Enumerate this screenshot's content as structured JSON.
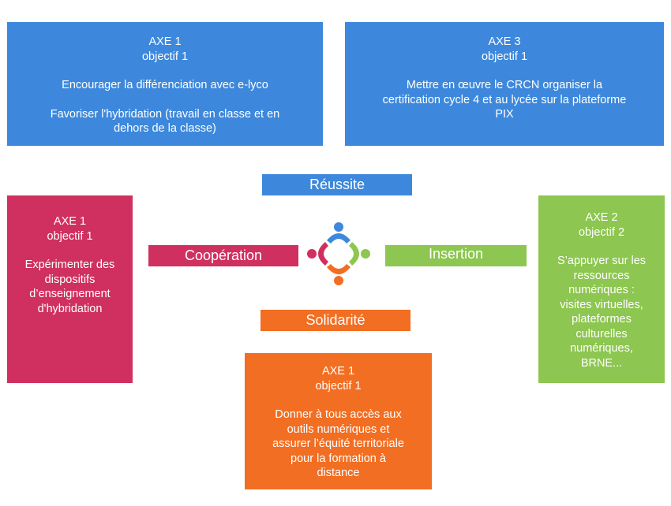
{
  "boxes": {
    "top_left": {
      "head": "AXE 1\nobjectif 1",
      "line1": "Encourager  la différenciation avec e-lyco",
      "line2": "Favoriser l'hybridation (travail en classe et en\ndehors de la classe)"
    },
    "top_right": {
      "head": "AXE 3\nobjectif 1",
      "line1": "Mettre en œuvre le CRCN organiser la\ncertification cycle 4 et au lycée sur la plateforme\nPIX"
    },
    "left": {
      "head": "AXE 1\nobjectif 1",
      "line1": "Expérimenter des\ndispositifs\nd’enseignement\nd'hybridation"
    },
    "right": {
      "head": "AXE 2\nobjectif 2",
      "line1": "S’appuyer sur les\nressources\nnumériques :\nvisites virtuelles,\nplateformes\nculturelles\nnumériques,\nBRNE..."
    },
    "bottom": {
      "head": "AXE 1\nobjectif 1",
      "line1": "Donner à tous accès aux\noutils numériques et\nassurer l’équité territoriale\npour la formation à\ndistance"
    }
  },
  "labels": {
    "top": "Réussite",
    "left": "Coopération",
    "right": "Insertion",
    "bottom": "Solidarité"
  },
  "colors": {
    "blue": "#3d88dc",
    "red": "#d0305f",
    "green": "#8dc650",
    "orange": "#f26e22"
  },
  "icons": {
    "center": "people-circle-icon"
  }
}
